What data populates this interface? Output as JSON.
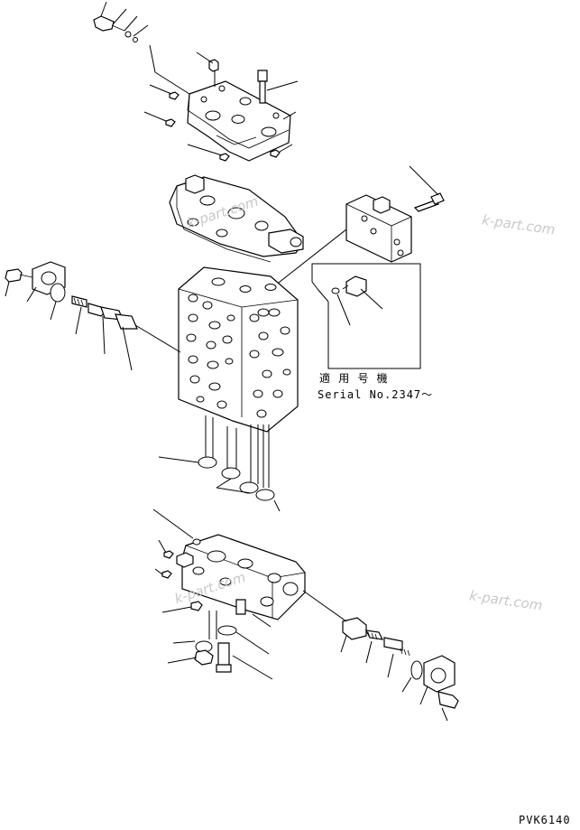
{
  "diagram": {
    "note": {
      "line1": "適 用 号 機",
      "line2": "Serial No.2347～"
    },
    "watermarks": [
      "k-part.com",
      "k-part.com",
      "k-part.com",
      "k-part.com"
    ],
    "drawing_code": "PVK6140"
  }
}
